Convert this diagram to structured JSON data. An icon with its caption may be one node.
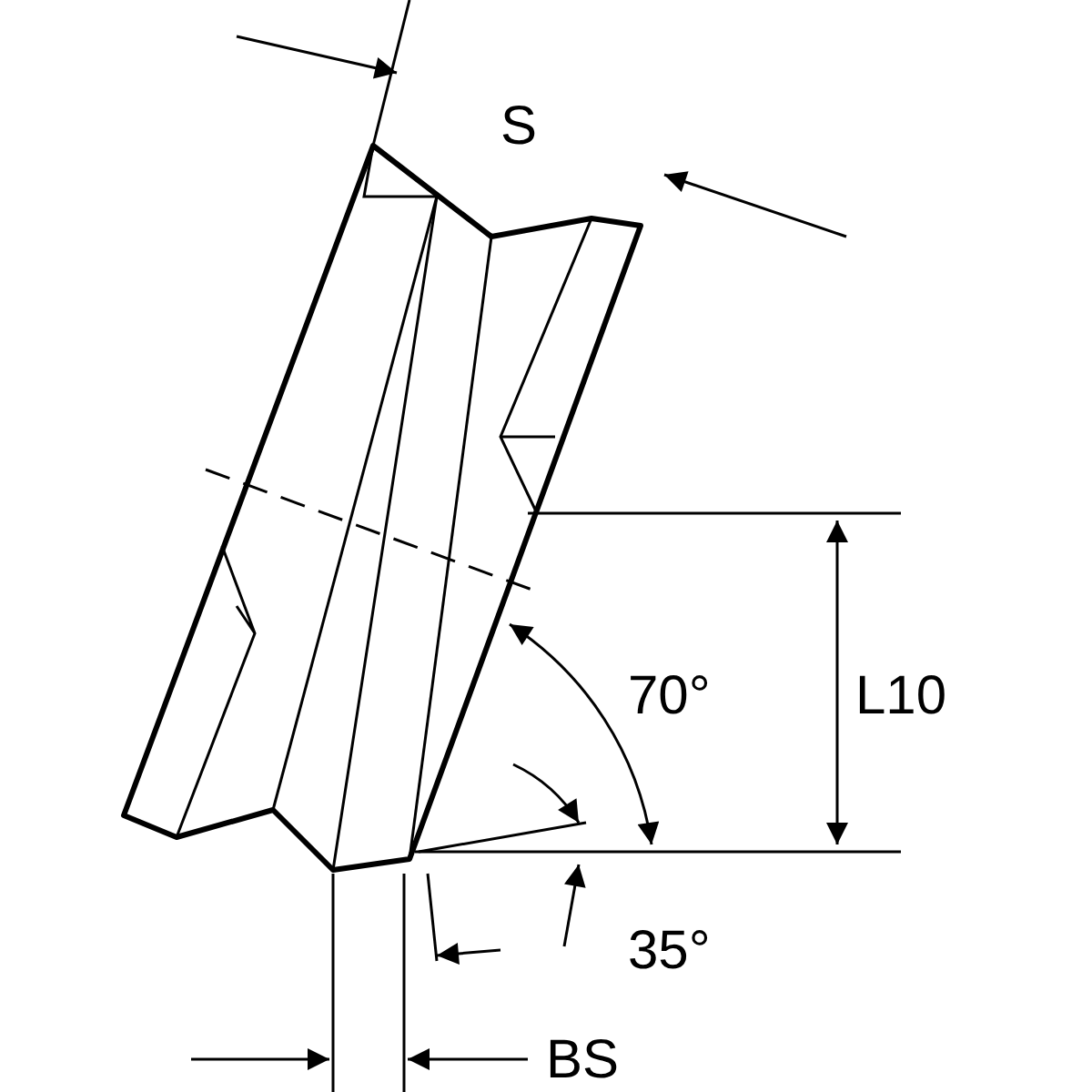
{
  "diagram": {
    "labels": [
      "S",
      "70°",
      "L10",
      "35°",
      "BS"
    ]
  }
}
